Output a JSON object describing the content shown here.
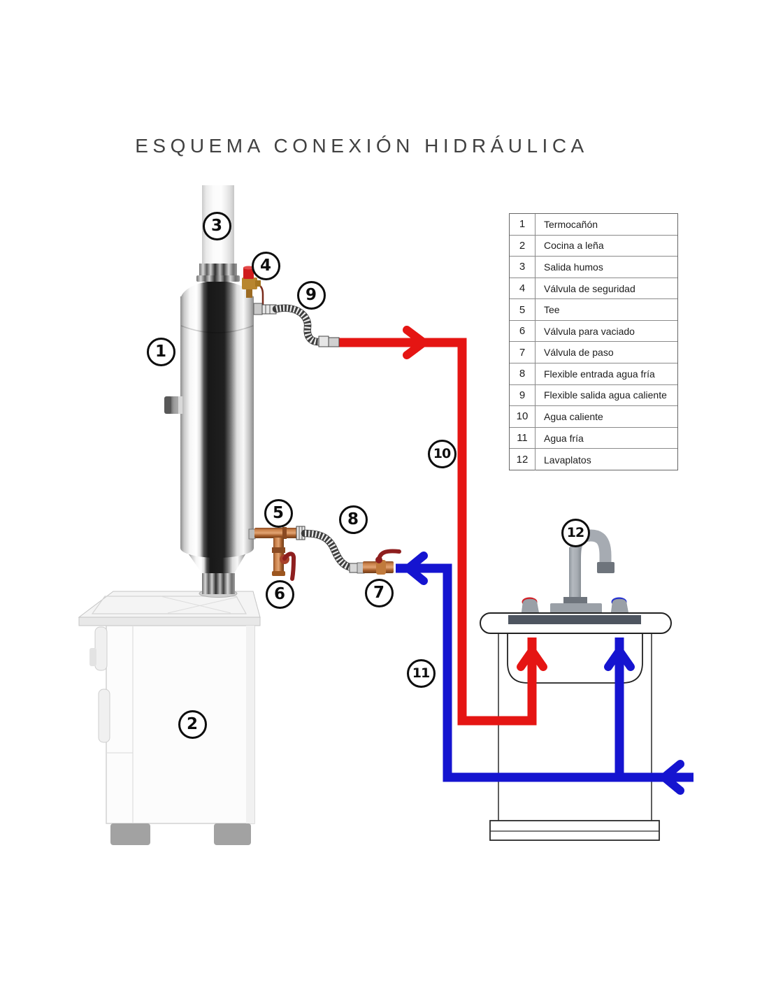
{
  "title": "ESQUEMA CONEXIÓN HIDRÁULICA",
  "colors": {
    "hot": "#e51513",
    "cold": "#1514d0",
    "copper": "#bf7a45",
    "lever": "#8e1f1f",
    "valve-cap": "#d01d1d",
    "knob-red": "#d31f26",
    "knob-blue": "#2531d1",
    "counter-band": "#4e5560"
  },
  "legend": {
    "rows": [
      {
        "num": "1",
        "label": "Termocañón"
      },
      {
        "num": "2",
        "label": "Cocina a leña"
      },
      {
        "num": "3",
        "label": "Salida humos"
      },
      {
        "num": "4",
        "label": "Válvula de seguridad"
      },
      {
        "num": "5",
        "label": "Tee"
      },
      {
        "num": "6",
        "label": "Válvula para vaciado"
      },
      {
        "num": "7",
        "label": "Válvula de paso"
      },
      {
        "num": "8",
        "label": "Flexible entrada agua fría"
      },
      {
        "num": "9",
        "label": "Flexible salida agua caliente"
      },
      {
        "num": "10",
        "label": "Agua caliente"
      },
      {
        "num": "11",
        "label": "Agua fría"
      },
      {
        "num": "12",
        "label": "Lavaplatos"
      }
    ]
  },
  "markers": [
    "1",
    "2",
    "3",
    "4",
    "5",
    "6",
    "7",
    "8",
    "9",
    "10",
    "11",
    "12"
  ]
}
